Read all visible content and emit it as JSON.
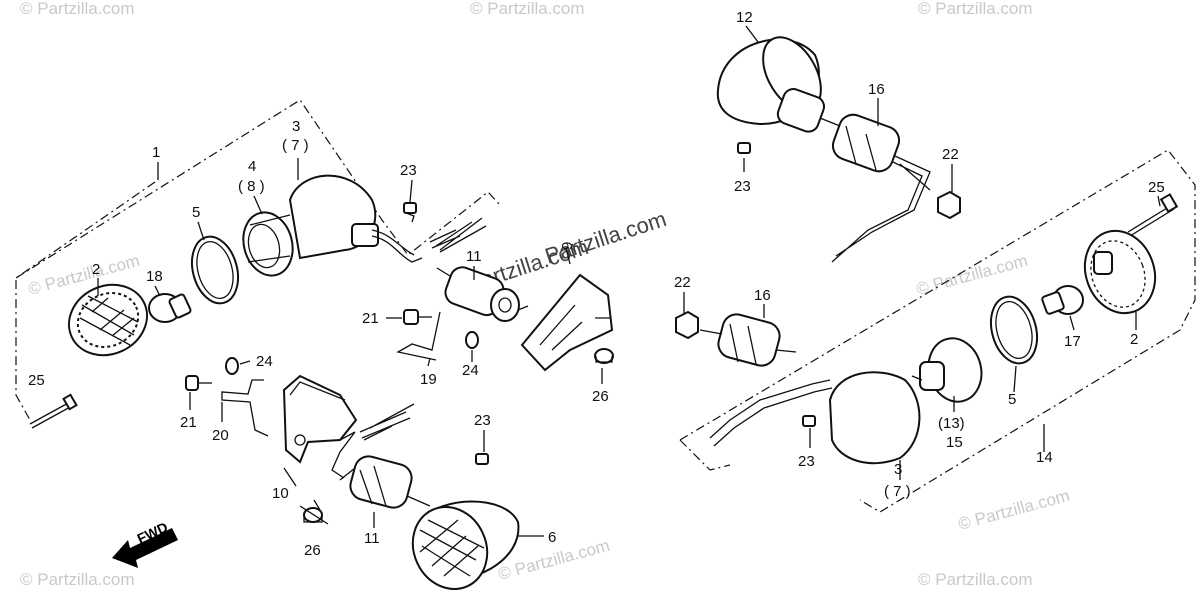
{
  "callouts": {
    "c1": "1",
    "c2a": "2",
    "c3a": "3",
    "c7a": "( 7 )",
    "c4": "4",
    "c8": "( 8 )",
    "c5a": "5",
    "c18": "18",
    "c25a": "25",
    "c23a": "23",
    "c11a": "11",
    "c9": "9",
    "c21a": "21",
    "c24a": "24",
    "c19": "19",
    "c26a": "26",
    "c21b": "21",
    "c24b": "24",
    "c20": "20",
    "c10": "10",
    "c23b": "23",
    "c11b": "11",
    "c26b": "26",
    "c6": "6",
    "c12": "12",
    "c16a": "16",
    "c22a": "22",
    "c23c": "23",
    "c25b": "25",
    "c22b": "22",
    "c16b": "16",
    "c2b": "2",
    "c17": "17",
    "c5b": "5",
    "c13": "(13)",
    "c15": "15",
    "c23d": "23",
    "c3b": "3",
    "c7b": "( 7 )",
    "c14": "14"
  },
  "fwd_label": "FWD",
  "watermarks": {
    "main": "Partzilla.com",
    "main2": "Partzilla.com",
    "copy": "© Partzilla.com"
  },
  "colors": {
    "line": "#111111",
    "watermark": "#c9c9c9"
  }
}
